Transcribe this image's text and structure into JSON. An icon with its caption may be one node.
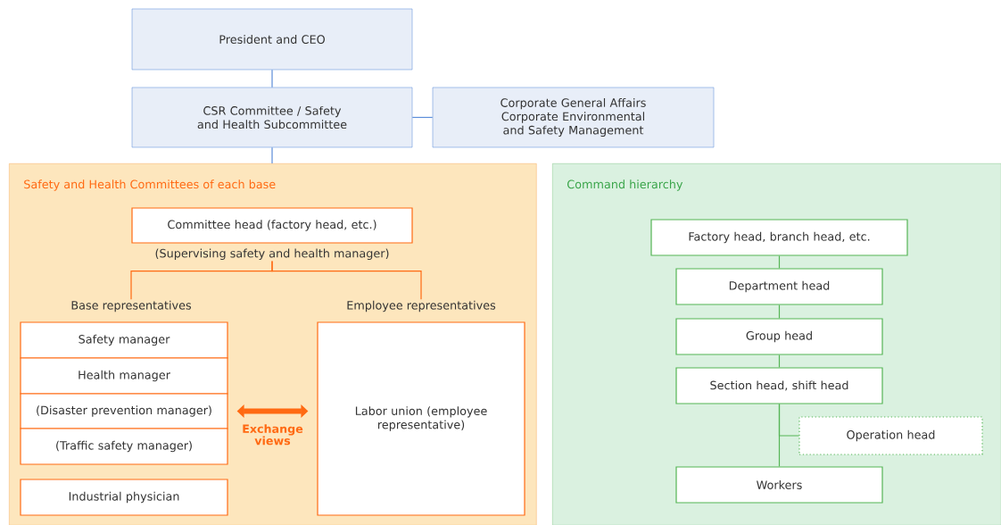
{
  "diagram": {
    "nodes": [
      {
        "text": [
          "President and CEO"
        ]
      },
      {
        "text": [
          "CSR Committee / Safety and Health Subcommittee"
        ]
      },
      {
        "text": [
          "Corporate General Affairs Corporate Environmental and Safety Management"
        ]
      },
      {
        "text": [
          "Safety and Health Committees of each base"
        ]
      },
      {
        "text": [
          "Committee head (factory head, etc.)"
        ],
        "beside": [
          "(Supervising safety and health manager)"
        ],
        "in": 3
      },
      {
        "text": [
          "Base representatives"
        ],
        "in": 3
      },
      {
        "text": [
          "Safety manager"
        ],
        "in": 3
      },
      {
        "text": [
          "Health manager"
        ],
        "in": 3
      },
      {
        "text": [
          "(Disaster prevention manager)"
        ],
        "in": 3
      },
      {
        "text": [
          "(Traffic safety manager)"
        ],
        "in": 3
      },
      {
        "text": [
          "Industrial physician"
        ],
        "in": 3
      },
      {
        "text": [
          "Employee representatives"
        ],
        "in": 3
      },
      {
        "text": [
          "Labor union (employee representative)"
        ],
        "in": 3
      },
      {
        "text": [
          "Command hierarchy"
        ]
      },
      {
        "text": [
          "Factory head, branch head, etc."
        ],
        "in": 13
      },
      {
        "text": [
          "Department head"
        ],
        "in": 13
      },
      {
        "text": [
          "Group head"
        ],
        "in": 13
      },
      {
        "text": [
          "Section head, shift head"
        ],
        "in": 13
      },
      {
        "text": [
          "Operation head"
        ],
        "in": 13
      },
      {
        "text": [
          "Workers"
        ],
        "in": 13
      }
    ],
    "edges": [
      {
        "from": 0,
        "to": 1,
        "arrow": "none",
        "color": "#5b8dd9"
      },
      {
        "from": 1,
        "to": 2,
        "arrow": "none",
        "color": "#5b8dd9"
      },
      {
        "from": 1,
        "to": 3,
        "arrow": "none",
        "color": "#5b8dd9"
      },
      {
        "from": 4,
        "to": 5,
        "arrow": "none",
        "color": "#ff6a13"
      },
      {
        "from": 4,
        "to": 11,
        "arrow": "none",
        "color": "#ff6a13"
      },
      {
        "from": 8,
        "to": 12,
        "arrow": "both",
        "label": "Exchange views",
        "style": "thick",
        "color": "#ff6a13"
      },
      {
        "from": 14,
        "to": 15,
        "arrow": "none"
      },
      {
        "from": 15,
        "to": 16,
        "arrow": "none"
      },
      {
        "from": 16,
        "to": 17,
        "arrow": "none"
      },
      {
        "from": 17,
        "to": 18,
        "arrow": "none"
      },
      {
        "from": 17,
        "to": 19,
        "arrow": "none"
      }
    ]
  }
}
